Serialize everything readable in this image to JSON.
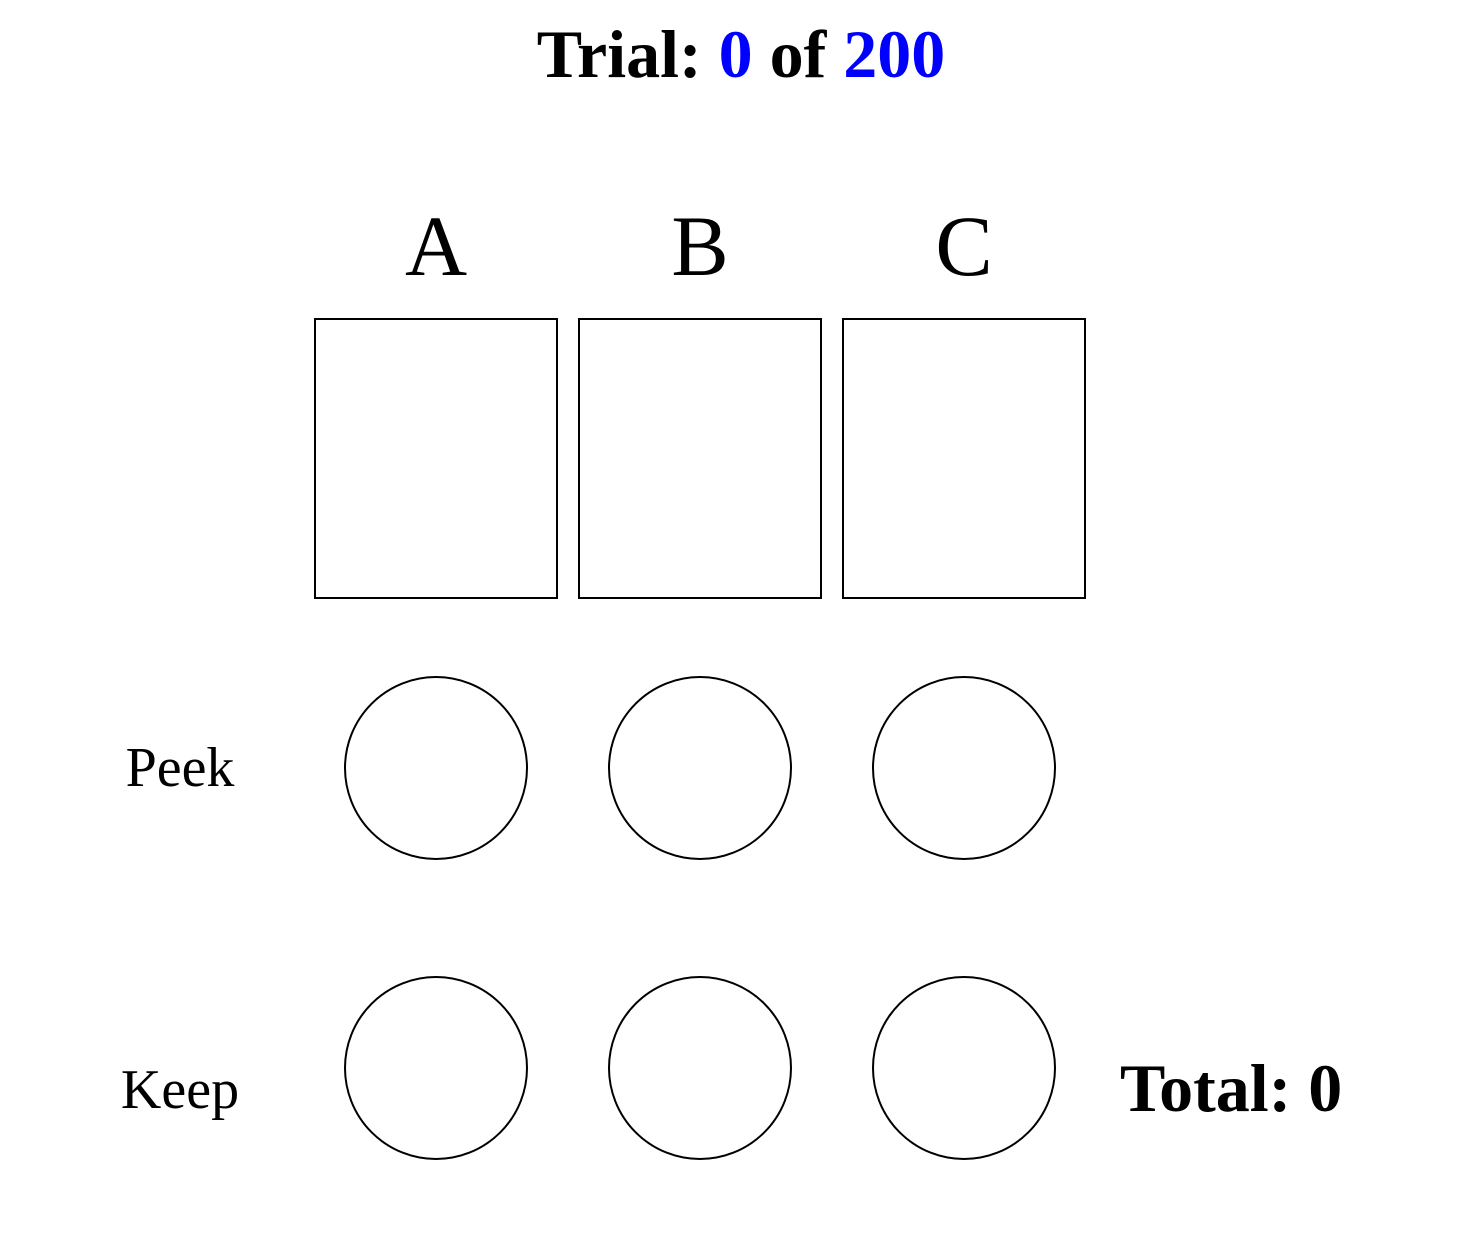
{
  "header": {
    "trial_label": "Trial:",
    "trial_current": "0",
    "of_label": "of",
    "trial_total": "200"
  },
  "columns": [
    {
      "letter": "A"
    },
    {
      "letter": "B"
    },
    {
      "letter": "C"
    }
  ],
  "rows": {
    "peek_label": "Peek",
    "keep_label": "Keep"
  },
  "score": {
    "total_label": "Total:",
    "total_value": "0"
  },
  "colors": {
    "accent": "#0000ff",
    "text": "#000000",
    "background": "#ffffff"
  }
}
